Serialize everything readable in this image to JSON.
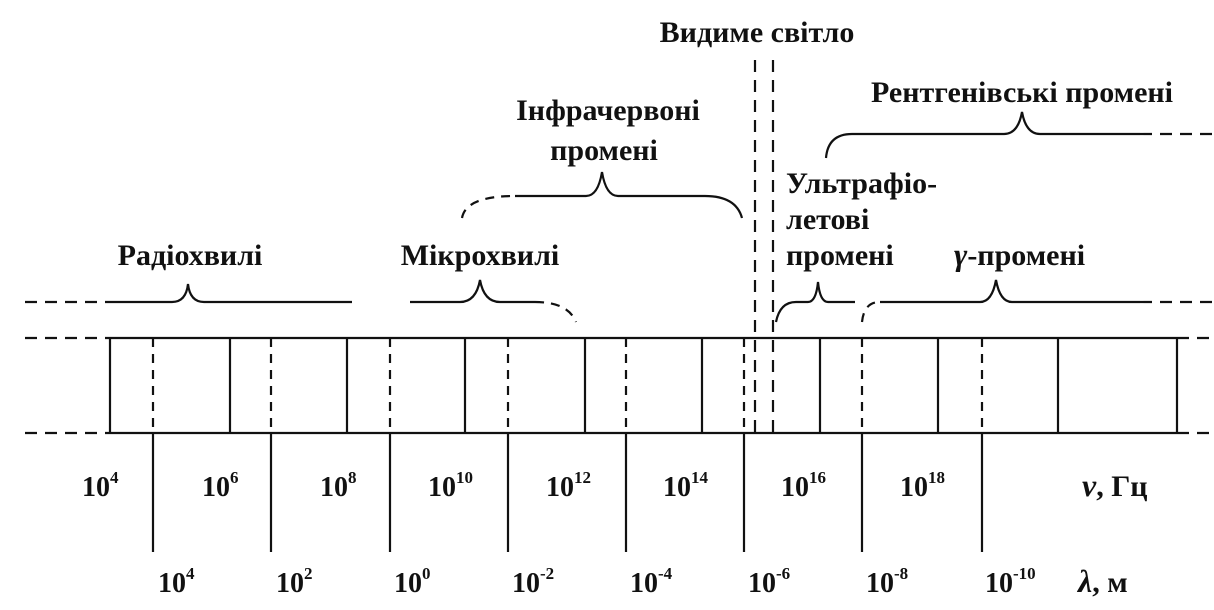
{
  "bands": {
    "radio": "Радіохвилі",
    "micro": "Мікрохвилі",
    "infrared_1": "Інфрачервоні",
    "infrared_2": "промені",
    "visible": "Видиме світло",
    "ultraviolet_1": "Ультрафіо-",
    "ultraviolet_2": "летові",
    "ultraviolet_3": "промені",
    "xray": "Рентгенівські промені",
    "gamma_symbol": "γ",
    "gamma_text": "-промені"
  },
  "frequency_ticks": [
    {
      "base": "10",
      "exp": "4"
    },
    {
      "base": "10",
      "exp": "6"
    },
    {
      "base": "10",
      "exp": "8"
    },
    {
      "base": "10",
      "exp": "10"
    },
    {
      "base": "10",
      "exp": "12"
    },
    {
      "base": "10",
      "exp": "14"
    },
    {
      "base": "10",
      "exp": "16"
    },
    {
      "base": "10",
      "exp": "18"
    }
  ],
  "wavelength_ticks": [
    {
      "base": "10",
      "exp": "4"
    },
    {
      "base": "10",
      "exp": "2"
    },
    {
      "base": "10",
      "exp": "0"
    },
    {
      "base": "10",
      "exp": "-2"
    },
    {
      "base": "10",
      "exp": "-4"
    },
    {
      "base": "10",
      "exp": "-6"
    },
    {
      "base": "10",
      "exp": "-8"
    },
    {
      "base": "10",
      "exp": "-10"
    }
  ],
  "axes": {
    "frequency_symbol": "ν",
    "frequency_unit": ", Гц",
    "wavelength_symbol": "λ",
    "wavelength_unit": ", м"
  }
}
